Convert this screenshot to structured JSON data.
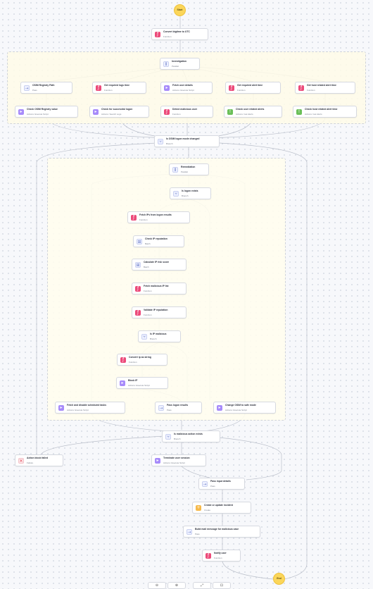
{
  "start": {
    "label": "Start"
  },
  "end": {
    "label": "End"
  },
  "nodes": {
    "convert_bigtime": {
      "title": "Convert bigtime to UTC",
      "type": "Function"
    },
    "investigation": {
      "title": "Investigation",
      "type": "Parallel"
    },
    "osim_registry": {
      "title": "OSIM Registry Path",
      "type": "Pass"
    },
    "get_required_logs_time": {
      "title": "Get required logs time",
      "type": "Function"
    },
    "fetch_user_details": {
      "title": "Fetch user details",
      "type": "Actions: Execute Script"
    },
    "get_required_alert_time": {
      "title": "Get required alert time",
      "type": "Function"
    },
    "get_host_related_alert_time": {
      "title": "Get host related alert time",
      "type": "Function"
    },
    "check_osim_registry": {
      "title": "Check OSIM Registry value",
      "type": "Actions: Execute Script"
    },
    "check_successful_logon": {
      "title": "Check for successful logon",
      "type": "Actions: Search Logs"
    },
    "detect_malicious_user": {
      "title": "Detect malicious user",
      "type": "Function"
    },
    "check_user_related_alerts": {
      "title": "Check user related alerts",
      "type": "Actions: Get Alerts"
    },
    "check_host_related_alert_time": {
      "title": "Check host related alert time",
      "type": "Actions: Get Alerts"
    },
    "is_osim_logon_mode_changed": {
      "title": "Is OSIM logon mode changed",
      "type": "Branch"
    },
    "remediation": {
      "title": "Remediation",
      "type": "Parallel"
    },
    "is_logon_exists": {
      "title": "Is logon exists",
      "type": "Branch"
    },
    "fetch_ips": {
      "title": "Fetch IPs from logon results",
      "type": "Function"
    },
    "check_ip_reputation": {
      "title": "Check IP reputation",
      "type": "Batch"
    },
    "calculate_ip_risk": {
      "title": "Calculate IP risk score",
      "type": "Batch"
    },
    "fetch_malicious_ip_list": {
      "title": "Fetch malicious IP list",
      "type": "Function"
    },
    "validate_ip_reputation": {
      "title": "Validate IP reputation",
      "type": "Function"
    },
    "is_ip_malicious": {
      "title": "Is IP malicious",
      "type": "Branch"
    },
    "convert_ip_string": {
      "title": "Convert ip as string",
      "type": "Function"
    },
    "block_ip": {
      "title": "Block IP",
      "type": "Actions: Execute Script"
    },
    "fetch_disable_tasks": {
      "title": "Fetch and disable scheduled tasks",
      "type": "Actions: Execute Script"
    },
    "pass_logon_results": {
      "title": "Pass logon results",
      "type": "Pass"
    },
    "change_osim_safe": {
      "title": "Change OSIM to safe mode",
      "type": "Actions: Execute Script"
    },
    "is_malicious_action_exists": {
      "title": "Is malicious action exists",
      "type": "Branch"
    },
    "action_block_failed": {
      "title": "Action block failed",
      "type": "Failure"
    },
    "terminate_user_session": {
      "title": "Terminate user session",
      "type": "Actions: Execute Script"
    },
    "pass_input_details": {
      "title": "Pass input details",
      "type": "Pass"
    },
    "create_update_incident": {
      "title": "Create or update incident",
      "type": "Create"
    },
    "build_mail_message": {
      "title": "Build mail message for malicious case",
      "type": "Pass"
    },
    "notify_user": {
      "title": "Notify user",
      "type": "Function"
    }
  }
}
